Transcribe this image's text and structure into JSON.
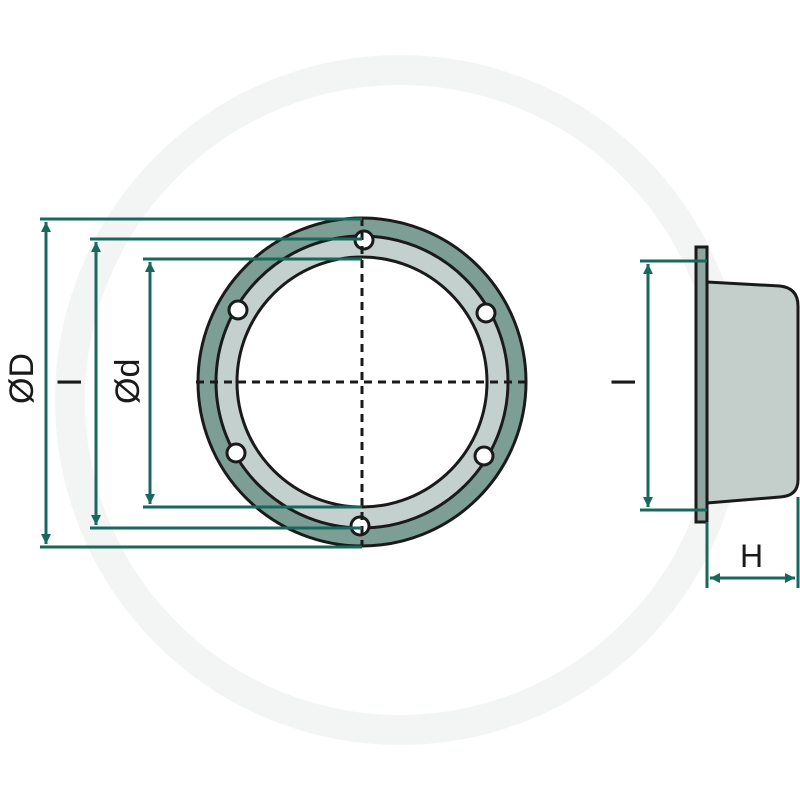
{
  "diagram": {
    "type": "technical-drawing",
    "subject": "flange ring with bolt holes and cup profile",
    "colors": {
      "dimension_line": "#17695d",
      "outer_ring": "#7d9e95",
      "inner_ring": "#c3d0cd",
      "outline": "#1a1a1a",
      "cup_body": "#c4cfcc",
      "flange_plate": "#8fa59f"
    },
    "front_view": {
      "bolt_hole_count": 6,
      "labels": {
        "outer_diameter": "ØD",
        "bolt_circle": "I",
        "inner_diameter": "Ød"
      }
    },
    "side_view": {
      "labels": {
        "cup_height_dimension": "I",
        "height": "H"
      }
    }
  }
}
